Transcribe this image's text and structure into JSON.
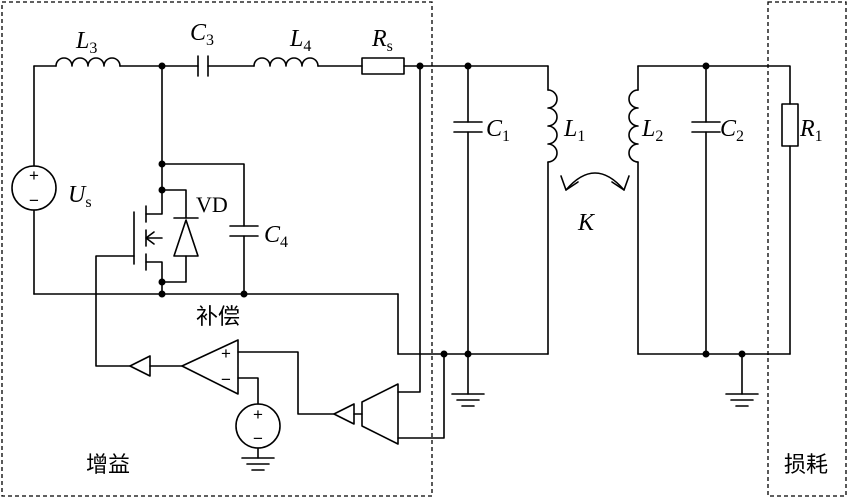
{
  "diagram": {
    "labels": {
      "L3": {
        "main": "L",
        "sub": "3"
      },
      "C3": {
        "main": "C",
        "sub": "3"
      },
      "L4": {
        "main": "L",
        "sub": "4"
      },
      "Rs": {
        "main": "R",
        "sub": "s"
      },
      "C1": {
        "main": "C",
        "sub": "1"
      },
      "L1": {
        "main": "L",
        "sub": "1"
      },
      "L2": {
        "main": "L",
        "sub": "2"
      },
      "C2": {
        "main": "C",
        "sub": "2"
      },
      "R1": {
        "main": "R",
        "sub": "1"
      },
      "Us": {
        "main": "U",
        "sub": "s"
      },
      "C4": {
        "main": "C",
        "sub": "4"
      },
      "K": "K",
      "VD": "VD"
    },
    "sections": {
      "compensation": "补偿",
      "gain": "增益",
      "loss": "损耗"
    },
    "signs": {
      "plus": "+",
      "minus": "−"
    }
  }
}
